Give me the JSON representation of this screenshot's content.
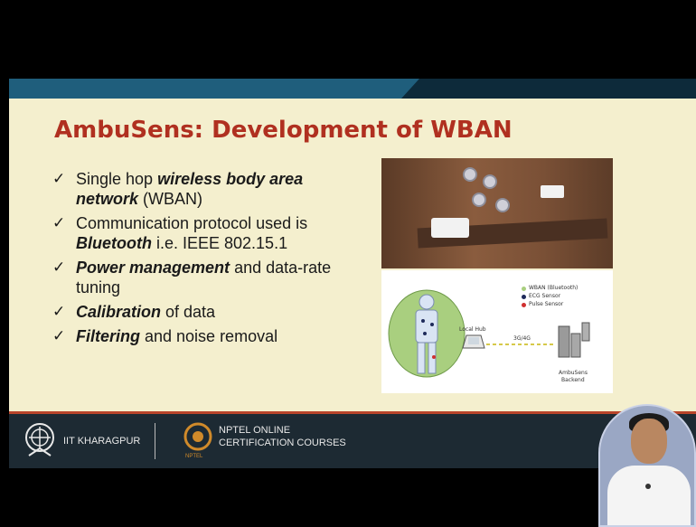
{
  "slide": {
    "title": "AmbuSens: Development of WBAN",
    "bullets": [
      {
        "pre": "Single hop ",
        "em": "wireless body area network",
        "post": " (WBAN)"
      },
      {
        "pre": "Communication protocol used is ",
        "em": "Bluetooth",
        "post": " i.e. IEEE 802.15.1"
      },
      {
        "pre": "",
        "em": "Power management",
        "post": " and data-rate tuning"
      },
      {
        "pre": "",
        "em": "Calibration",
        "post": " of data"
      },
      {
        "pre": "",
        "em": "Filtering",
        "post": " and noise removal"
      }
    ],
    "bullet_mark": "✓",
    "diagram": {
      "legend": [
        "WBAN (Bluetooth)",
        "ECG Sensor",
        "Pulse Sensor"
      ],
      "legend_colors": [
        "#a9cf7f",
        "#1e2a5a",
        "#d03030"
      ],
      "local_hub": "Local Hub",
      "network": "3G/4G",
      "backend_line1": "AmbuSens",
      "backend_line2": "Backend"
    }
  },
  "footer": {
    "institute": "IIT KHARAGPUR",
    "nptel_line1": "NPTEL ONLINE",
    "nptel_line2": "CERTIFICATION COURSES",
    "nptel_badge": "NPTEL"
  },
  "colors": {
    "title": "#b03020",
    "slide_bg": "#f4efce",
    "footer_bg": "#1d2a33",
    "accent_bar": "#1f5e7c"
  }
}
